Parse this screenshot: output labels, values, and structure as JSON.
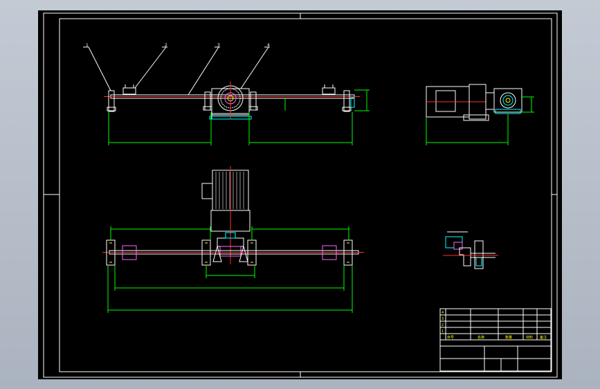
{
  "colors": {
    "viewport_bg": "#b4bcc8",
    "paper": "#000000",
    "frame": "#ffffff",
    "dimension": "#00ff00",
    "centerline": "#ff3030",
    "part": "#ffffff",
    "accent": "#00ffff",
    "highlight": "#ff66ff",
    "text_yellow": "#ffff00"
  },
  "balloons": [
    "1",
    "2",
    "3",
    "4"
  ],
  "title_block": {
    "rows": [
      "4",
      "3",
      "2",
      "1"
    ],
    "header": [
      "序号",
      "名称",
      "数量",
      "材料",
      "备注"
    ]
  }
}
